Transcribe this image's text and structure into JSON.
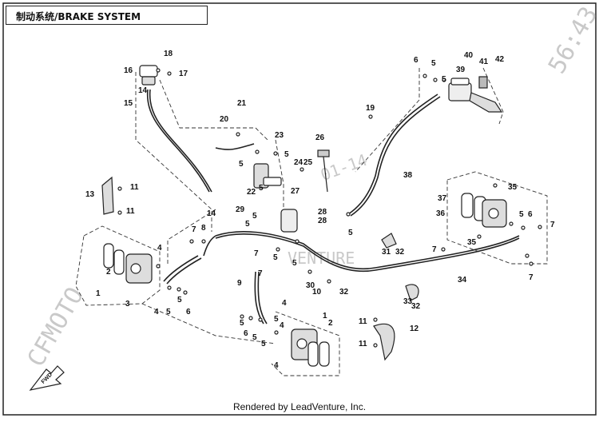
{
  "header": {
    "title": "制动系统/BRAKE SYSTEM"
  },
  "watermarks": {
    "left": "CFMOTO",
    "right": "56:43",
    "center": "01-14",
    "brand": "VENTURE"
  },
  "fwd_label": "FWD",
  "credit": "Rendered by LeadVenture, Inc.",
  "callouts": [
    "1",
    "2",
    "3",
    "4",
    "5",
    "6",
    "7",
    "8",
    "9",
    "10",
    "11",
    "12",
    "13",
    "14",
    "15",
    "16",
    "17",
    "18",
    "19",
    "20",
    "21",
    "22",
    "23",
    "24",
    "25",
    "26",
    "27",
    "28",
    "29",
    "30",
    "31",
    "32",
    "33",
    "34",
    "35",
    "36",
    "37",
    "38",
    "39",
    "40",
    "41",
    "42"
  ]
}
